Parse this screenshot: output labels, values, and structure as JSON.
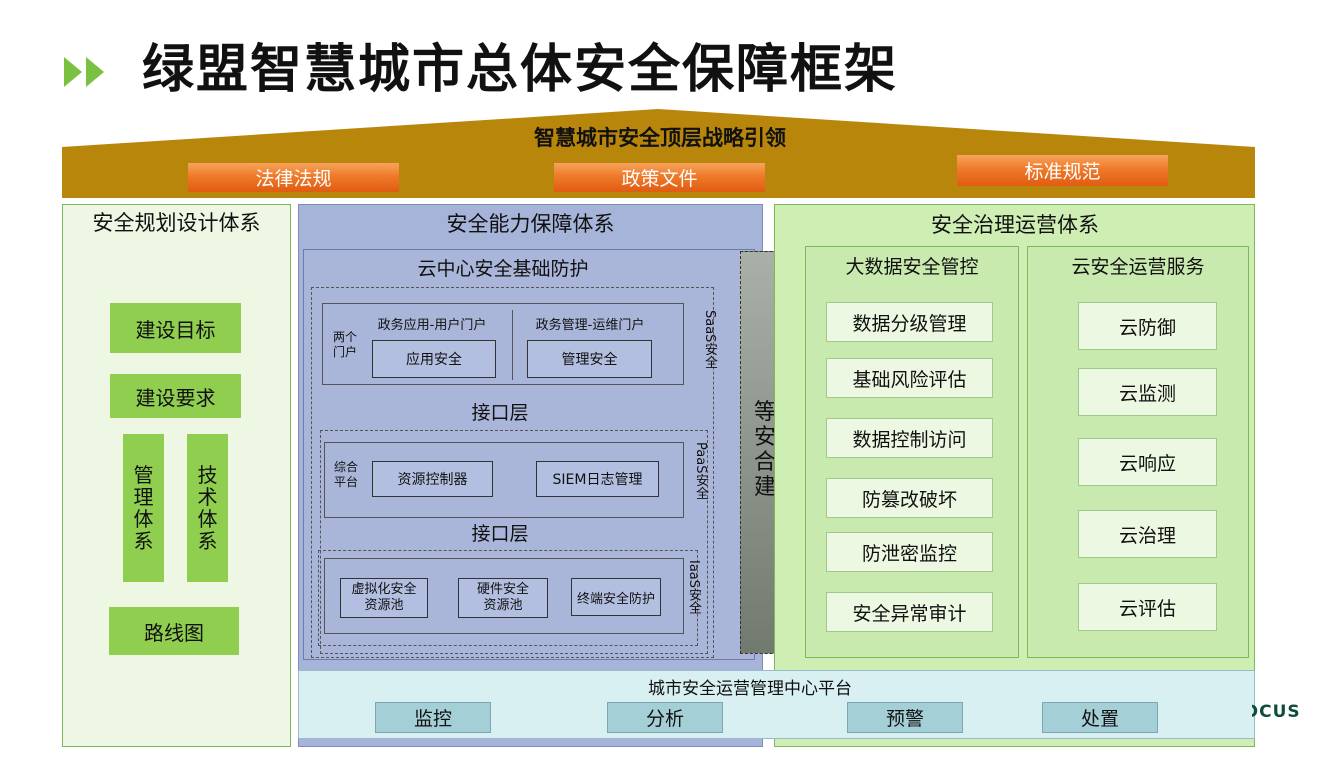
{
  "title": "绿盟智慧城市总体安全保障框架",
  "roof": {
    "title": "智慧城市安全顶层战略引领",
    "items": [
      "法律法规",
      "政策文件",
      "标准规范"
    ]
  },
  "left": {
    "title": "安全规划设计体系",
    "goal": "建设目标",
    "requirement": "建设要求",
    "management": [
      "管",
      "理",
      "体",
      "系"
    ],
    "technology": [
      "技",
      "术",
      "体",
      "系"
    ],
    "roadmap": "路线图"
  },
  "middle": {
    "title": "安全能力保障体系",
    "cloud_title": "云中心安全基础防护",
    "saas": {
      "portals_label": [
        "两个",
        "门户"
      ],
      "gov_app_portal": "政务应用-用户门户",
      "gov_mgmt_portal": "政务管理-运维门户",
      "app_security": "应用安全",
      "mgmt_security": "管理安全",
      "side": "SaaS安全"
    },
    "interface1": "接口层",
    "paas": {
      "platform_label": [
        "综合",
        "平台"
      ],
      "resource_controller": "资源控制器",
      "siem": "SIEM日志管理",
      "side": "PaaS安全"
    },
    "interface2": "接口层",
    "iaas": {
      "virtual_pool": [
        "虚拟化安全",
        "资源池"
      ],
      "hardware_pool": [
        "硬件安全",
        "资源池"
      ],
      "terminal": "终端安全防护",
      "side": "IaaS安全"
    }
  },
  "compliance": [
    "等保",
    "安全",
    "合规",
    "建设"
  ],
  "right": {
    "title": "安全治理运营体系",
    "bigdata": {
      "title": "大数据安全管控",
      "items": [
        "数据分级管理",
        "基础风险评估",
        "数据控制访问",
        "防篡改破坏",
        "防泄密监控",
        "安全异常审计"
      ]
    },
    "cloudops": {
      "title": "云安全运营服务",
      "items": [
        "云防御",
        "云监测",
        "云响应",
        "云治理",
        "云评估"
      ]
    }
  },
  "platform": {
    "title": "城市安全运营管理中心平台",
    "items": [
      "监控",
      "分析",
      "预警",
      "处置"
    ]
  },
  "logo_fragment": "DCUS",
  "colors": {
    "accent_green": "#7ac142",
    "roof_gold": "#b8860b",
    "orange": "#ef7a2a",
    "blue_panel": "#a7b4d9",
    "green_panel": "#cfeeb4"
  }
}
